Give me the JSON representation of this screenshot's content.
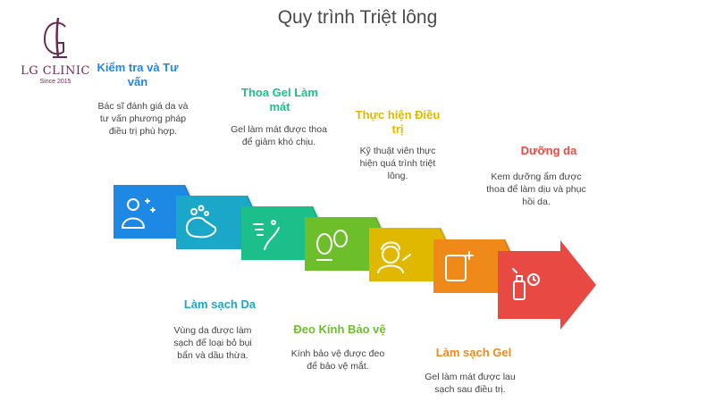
{
  "title": "Quy trình Triệt lông",
  "logo": {
    "name": "LG CLINIC",
    "since": "Since 2015"
  },
  "steps": [
    {
      "title": "Kiểm tra và Tư vấn",
      "desc": "Bác sĩ đánh giá da và tư vấn phương pháp điều trị phù hợp.",
      "color": "#1e88e5",
      "icon": "doctor-consult-icon"
    },
    {
      "title": "Làm sạch Da",
      "desc": "Vùng da được làm sạch để loại bỏ bụi bẩn và dầu thừa.",
      "color": "#1aa7c8",
      "icon": "hand-wash-icon"
    },
    {
      "title": "Thoa Gel Làm mát",
      "desc": "Gel làm mát được thoa để giảm khó chịu.",
      "color": "#1cbf8a",
      "icon": "gel-apply-icon"
    },
    {
      "title": "Đeo Kính Bảo vệ",
      "desc": "Kính bảo vệ được đeo để bảo vệ mắt.",
      "color": "#6cbf2a",
      "icon": "protective-goggles-icon"
    },
    {
      "title": "Thực hiện Điều trị",
      "desc": "Kỹ thuật viên thực hiện quá trình triệt lông.",
      "color": "#e0b800",
      "icon": "technician-icon"
    },
    {
      "title": "Làm sạch Gel",
      "desc": "Gel làm mát được lau sạch sau điều trị.",
      "color": "#ef8a1a",
      "icon": "wipe-gel-icon"
    },
    {
      "title": "Dưỡng da",
      "desc": "Kem dưỡng ẩm được thoa để làm dịu và phục hồi da.",
      "color": "#e84a43",
      "icon": "moisturizer-icon"
    }
  ]
}
